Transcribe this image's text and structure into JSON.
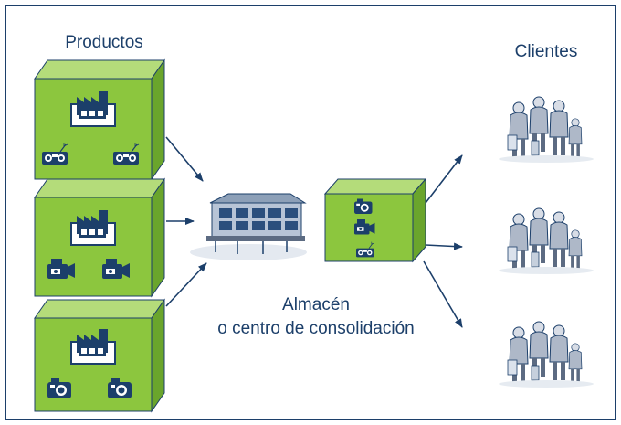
{
  "labels": {
    "products": "Productos",
    "clients": "Clientes",
    "warehouse_line1": "Almacén",
    "warehouse_line2": "o centro de consolidación"
  },
  "colors": {
    "frame": "#1c3f6a",
    "box_front": "#8cc63e",
    "box_top": "#b4dc7a",
    "box_side": "#6aa52c",
    "icon": "#1c3f6a",
    "arrow": "#1c3f6a",
    "text": "#1c3f6a"
  },
  "diagram": {
    "product_boxes": [
      {
        "contents": [
          "factory-icon",
          "radio-icon",
          "radio-icon"
        ]
      },
      {
        "contents": [
          "factory-icon",
          "video-camera-icon",
          "video-camera-icon"
        ]
      },
      {
        "contents": [
          "factory-icon",
          "photo-camera-icon",
          "photo-camera-icon"
        ]
      }
    ],
    "consolidated_box": {
      "contents": [
        "photo-camera-icon",
        "video-camera-icon",
        "radio-icon"
      ]
    },
    "clients": [
      "family-group",
      "family-group",
      "family-group"
    ]
  }
}
